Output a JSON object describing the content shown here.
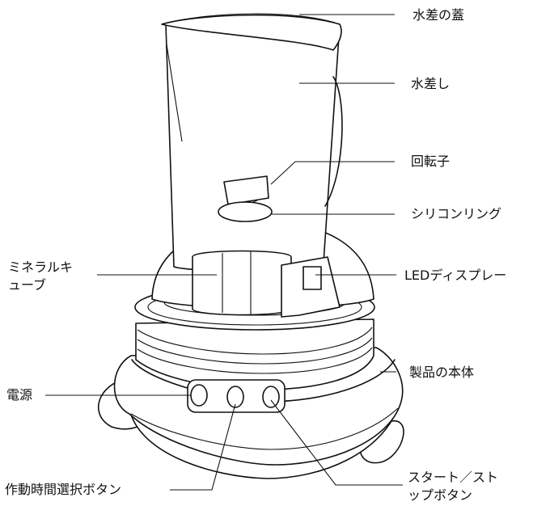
{
  "labels": {
    "lid": "水差の蓋",
    "pitcher": "水差し",
    "rotor": "回転子",
    "silicone_ring": "シリコンリング",
    "mineral_tube_line1": "ミネラルキ",
    "mineral_tube_line2": "ューブ",
    "led_display": "LEDディスプレー",
    "body": "製品の本体",
    "power": "電源",
    "timer_button": "作動時間選択ボタン",
    "start_stop_line1": "スタート／スト",
    "start_stop_line2": "ップボタン"
  }
}
